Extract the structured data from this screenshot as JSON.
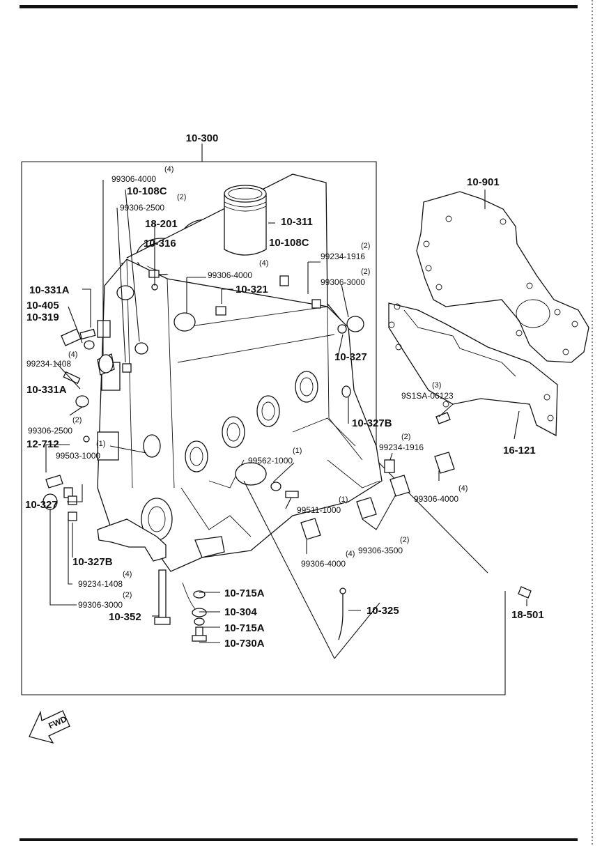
{
  "colors": {
    "ink": "#111111",
    "paper": "#ffffff"
  },
  "assembly": {
    "main": "10-300"
  },
  "labels": {
    "l_99306_4000_top": "99306-4000",
    "q_4_top": "(4)",
    "l_10_108C_left": "10-108C",
    "q_2_108c": "(2)",
    "l_99306_2500_top": "99306-2500",
    "l_18_201": "18-201",
    "l_10_316": "10-316",
    "l_10_331A_top": "10-331A",
    "l_10_405": "10-405",
    "l_10_319": "10-319",
    "q_4_319": "(4)",
    "l_99234_1408_left": "99234-1408",
    "l_10_331A_bot": "10-331A",
    "l_99306_2500_left": "99306-2500",
    "q_2_2500": "(2)",
    "l_12_712": "12-712",
    "q_1_99503": "(1)",
    "l_99503_1000": "99503-1000",
    "l_10_327_left": "10-327",
    "l_10_327B_left": "10-327B",
    "q_4_1408b": "(4)",
    "l_99234_1408_bot": "99234-1408",
    "q_2_3000b": "(2)",
    "l_99306_3000_bot": "99306-3000",
    "l_10_352": "10-352",
    "l_10_311": "10-311",
    "l_10_108C_right": "10-108C",
    "q_4_4000mid": "(4)",
    "l_99306_4000_mid": "99306-4000",
    "l_10_321": "10-321",
    "q_2_1916": "(2)",
    "l_99234_1916_top": "99234-1916",
    "q_2_3000": "(2)",
    "l_99306_3000_right": "99306-3000",
    "l_10_327_right": "10-327",
    "l_10_327B_right": "10-327B",
    "q_1_99562": "(1)",
    "l_99562_1000": "99562-1000",
    "q_2_1916b": "(2)",
    "l_99234_1916_bot": "99234-1916",
    "q_1_99511": "(1)",
    "l_99511_1000": "99511-1000",
    "q_4_4000r": "(4)",
    "l_99306_4000_right": "99306-4000",
    "q_2_3500": "(2)",
    "l_99306_3500": "99306-3500",
    "q_4_4000b": "(4)",
    "l_99306_4000_bot": "99306-4000",
    "l_10_715A_top": "10-715A",
    "l_10_304": "10-304",
    "l_10_715A_bot": "10-715A",
    "l_10_730A": "10-730A",
    "l_10_325": "10-325",
    "l_10_901": "10-901",
    "q_3_9s1sa": "(3)",
    "l_9S1SA_06123": "9S1SA-06123",
    "l_16_121": "16-121",
    "l_18_501": "18-501",
    "fwd": "FWD"
  }
}
